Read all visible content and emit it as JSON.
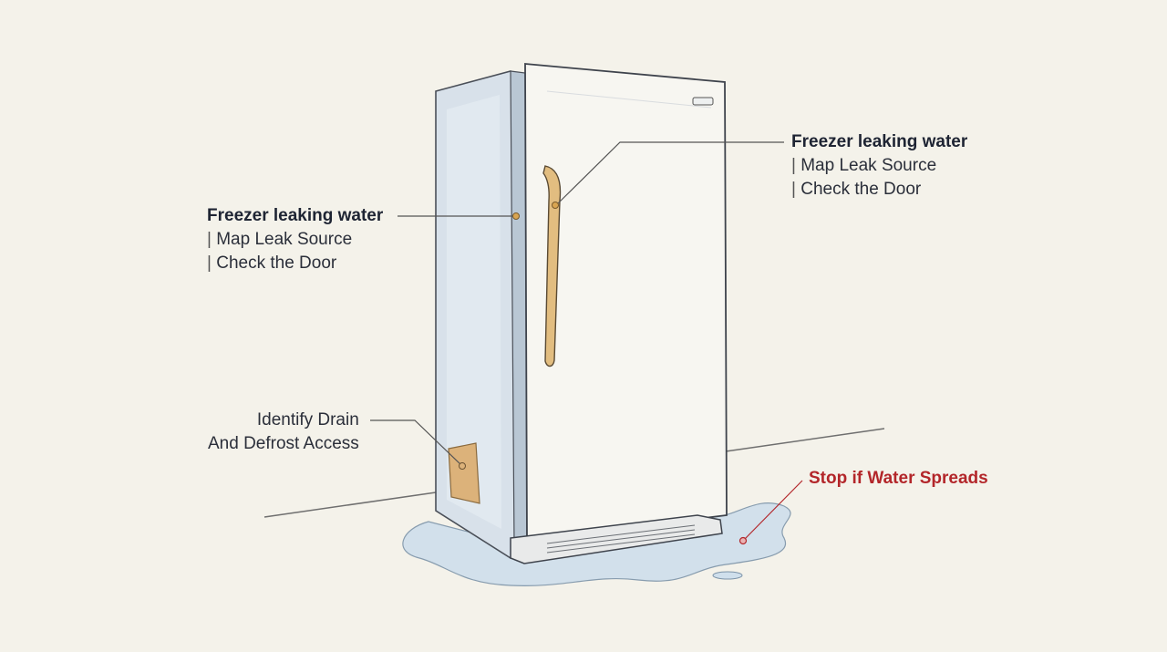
{
  "callouts": {
    "left": {
      "title": "Freezer leaking water",
      "items": [
        "Map Leak Source",
        "Check the Door"
      ]
    },
    "right": {
      "title": "Freezer leaking water",
      "items": [
        "Map Leak Source",
        "Check the Door"
      ]
    },
    "drain": {
      "lines": [
        "Identify Drain",
        "And Defrost Access"
      ]
    },
    "warning": {
      "text": "Stop if Water Spreads",
      "color": "#b3262a"
    }
  },
  "colors": {
    "background": "#f4f2ea",
    "freezer_body": "#f7f6f1",
    "freezer_side": "#d6dfe8",
    "handle": "#e0b878",
    "water": "#c9dbe9",
    "drain_panel": "#dcb27a"
  }
}
